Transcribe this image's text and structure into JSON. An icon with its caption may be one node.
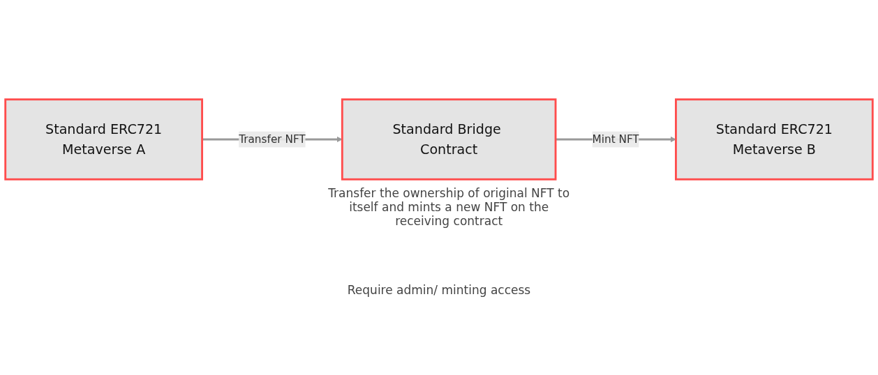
{
  "diagram": {
    "nodes": [
      {
        "text": [
          "Standard ERC721",
          "Metaverse A"
        ]
      },
      {
        "text": [
          "Standard Bridge Contract"
        ],
        "beside": [
          "Transfer the ownership of original NFT to itself and mints a new NFT on the receiving contract"
        ]
      },
      {
        "text": [
          "Standard ERC721",
          "Metaverse B"
        ]
      }
    ],
    "edges": [
      {
        "from": 0,
        "to": 1,
        "arrow": "to",
        "label": "Transfer NFT"
      },
      {
        "from": 1,
        "to": 2,
        "arrow": "to",
        "label": "Mint NFT"
      }
    ],
    "labels": [
      "Require admin/ minting access"
    ]
  }
}
